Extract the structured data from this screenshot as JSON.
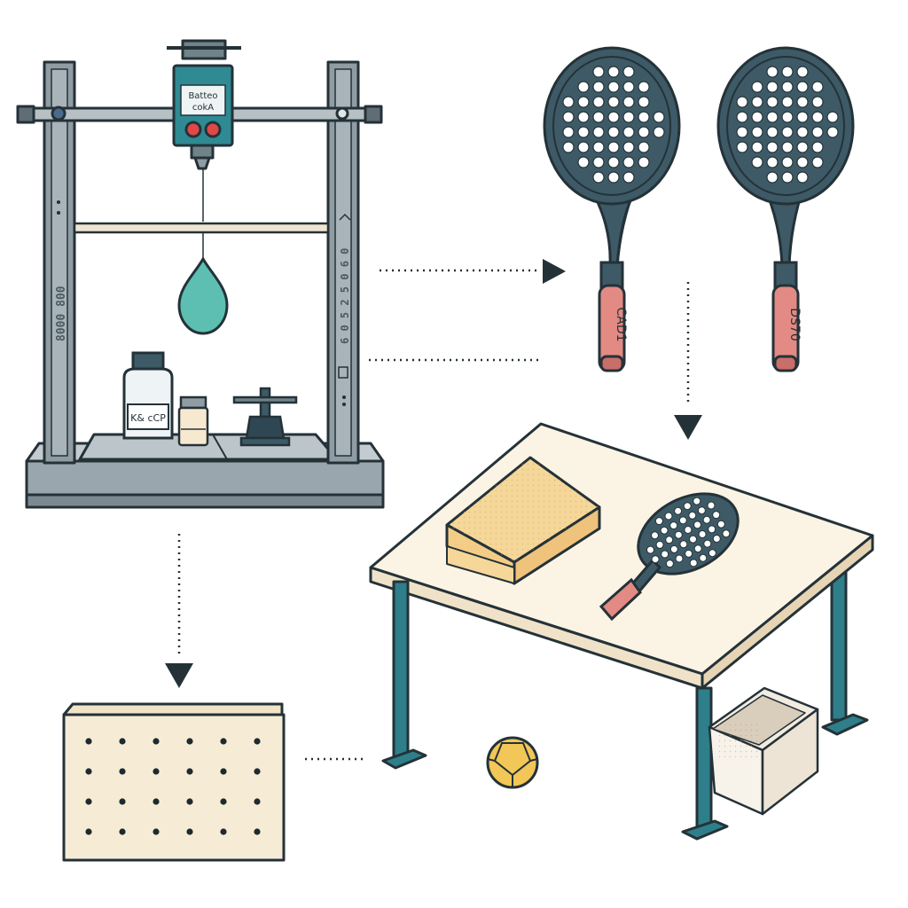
{
  "colors": {
    "outline": "#243238",
    "frame_steel": "#8f9ca3",
    "teal": "#3b8a93",
    "teal_dark": "#2c6d78",
    "drop_teal": "#5dbfb2",
    "racket_face": "#3d5a66",
    "racket_grip": "#e28a83",
    "foam": "#f6d79a",
    "foam_side": "#efc37c",
    "board_bg": "#f6ecd6",
    "table_top": "#fbf3e4",
    "table_leg": "#2e7f8a",
    "ball": "#f2c757",
    "background": "#ffffff"
  },
  "machine": {
    "head_label_line1": "Batteo",
    "head_label_line2": "cokA",
    "bottle_label": "K& cCP",
    "left_column_text": "8000 800",
    "right_column_text": "6 0 5 2 5 0 6 0"
  },
  "rackets": {
    "left_grip_text": "CAD1",
    "right_grip_text": "DS70"
  },
  "icons": [
    "drop-tower-machine-icon",
    "teardrop-impactor-icon",
    "chemical-bottle-icon",
    "small-jar-icon",
    "press-tool-icon",
    "padel-racket-icon",
    "foam-block-icon",
    "perforated-board-icon",
    "ball-icon",
    "cardboard-box-icon",
    "arrow-right-icon",
    "arrow-down-icon"
  ]
}
